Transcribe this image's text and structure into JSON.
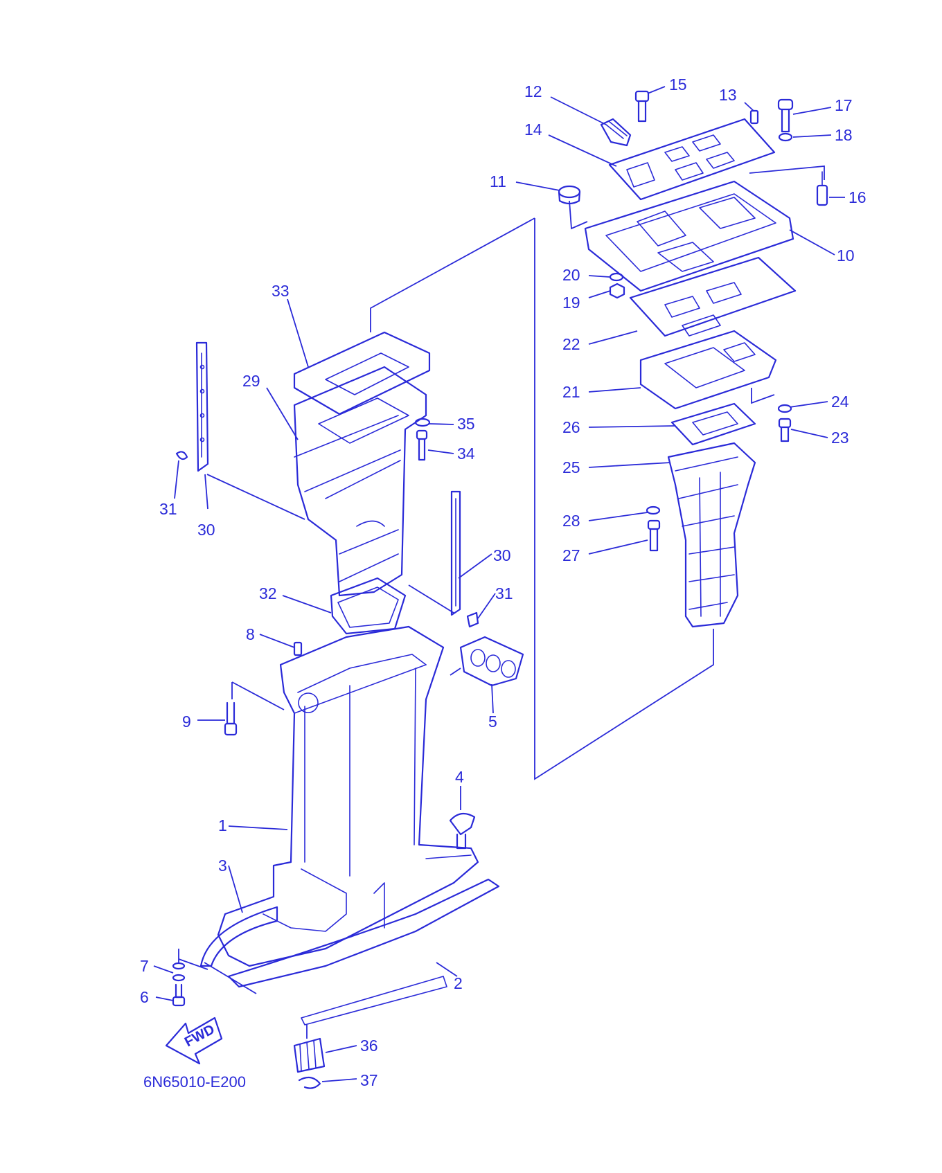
{
  "diagram": {
    "code": "6N65010-E200",
    "direction_label": "FWD",
    "line_color": "#2a2ad8",
    "callouts": [
      {
        "id": "c12",
        "text": "12"
      },
      {
        "id": "c15",
        "text": "15"
      },
      {
        "id": "c13",
        "text": "13"
      },
      {
        "id": "c17",
        "text": "17"
      },
      {
        "id": "c14",
        "text": "14"
      },
      {
        "id": "c18",
        "text": "18"
      },
      {
        "id": "c11",
        "text": "11"
      },
      {
        "id": "c16",
        "text": "16"
      },
      {
        "id": "c10",
        "text": "10"
      },
      {
        "id": "c20",
        "text": "20"
      },
      {
        "id": "c19",
        "text": "19"
      },
      {
        "id": "c33",
        "text": "33"
      },
      {
        "id": "c22",
        "text": "22"
      },
      {
        "id": "c29",
        "text": "29"
      },
      {
        "id": "c21",
        "text": "21"
      },
      {
        "id": "c24",
        "text": "24"
      },
      {
        "id": "c35",
        "text": "35"
      },
      {
        "id": "c26",
        "text": "26"
      },
      {
        "id": "c23",
        "text": "23"
      },
      {
        "id": "c34",
        "text": "34"
      },
      {
        "id": "c25",
        "text": "25"
      },
      {
        "id": "c31a",
        "text": "31"
      },
      {
        "id": "c30a",
        "text": "30"
      },
      {
        "id": "c28",
        "text": "28"
      },
      {
        "id": "c27",
        "text": "27"
      },
      {
        "id": "c30b",
        "text": "30"
      },
      {
        "id": "c32",
        "text": "32"
      },
      {
        "id": "c31b",
        "text": "31"
      },
      {
        "id": "c8",
        "text": "8"
      },
      {
        "id": "c9",
        "text": "9"
      },
      {
        "id": "c5",
        "text": "5"
      },
      {
        "id": "c4",
        "text": "4"
      },
      {
        "id": "c1",
        "text": "1"
      },
      {
        "id": "c3",
        "text": "3"
      },
      {
        "id": "c7",
        "text": "7"
      },
      {
        "id": "c2",
        "text": "2"
      },
      {
        "id": "c6",
        "text": "6"
      },
      {
        "id": "c36",
        "text": "36"
      },
      {
        "id": "c37",
        "text": "37"
      }
    ]
  }
}
